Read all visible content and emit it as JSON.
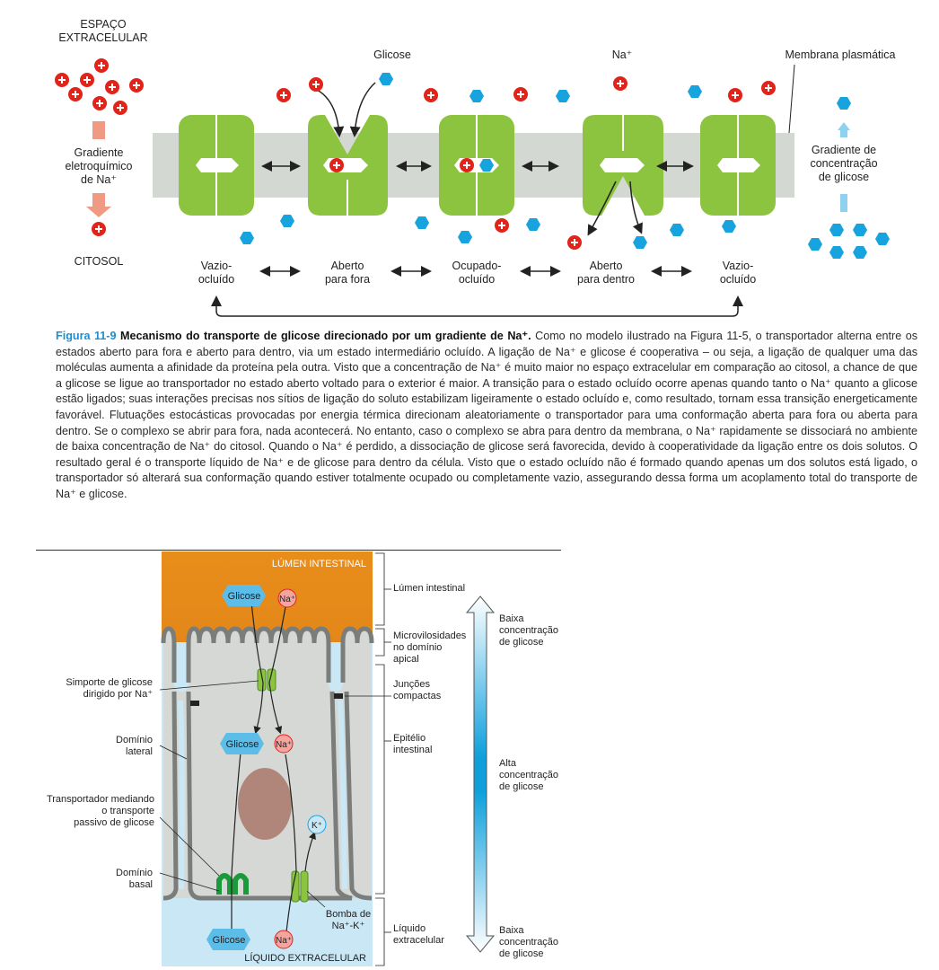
{
  "top": {
    "space_label": "ESPAÇO\nEXTRACELULAR",
    "cytosol_label": "CITOSOL",
    "gradient_na_label": "Gradiente\neletroquímico\nde Na⁺",
    "gradient_glucose_label": "Gradiente de\nconcentração\nde glicose",
    "glucose_label": "Glicose",
    "na_label": "Na⁺",
    "membrane_label": "Membrana plasmática",
    "states": [
      "Vazio-\nocluído",
      "Aberto\npara fora",
      "Ocupado-\nocluído",
      "Aberto\npara dentro",
      "Vazio-\nocluído"
    ],
    "colors": {
      "na": "#e2231a",
      "glucose": "#16a3de",
      "protein": "#8cc43f",
      "membrane": "#d4d8d3",
      "arrow_na": "#f19a83",
      "arrow_glc": "#8fd2f0"
    }
  },
  "caption": {
    "figure": "Figura 11-9",
    "title": "Mecanismo do transporte de glicose direcionado por um gradiente de Na⁺.",
    "text": "Como no modelo ilustrado na Figura 11-5, o transportador alterna entre os estados aberto para fora e aberto para dentro, via um estado intermediário ocluído. A ligação de Na⁺ e glicose é cooperativa – ou seja, a ligação de qualquer uma das moléculas aumenta a afinidade da proteína pela outra. Visto que a concentração de Na⁺ é muito maior no espaço extracelular em comparação ao citosol, a chance de que a glicose se ligue ao transportador no estado aberto voltado para o exterior é maior. A transição para o estado ocluído ocorre apenas quando tanto o Na⁺ quanto a glicose estão ligados; suas interações precisas nos sítios de ligação do soluto estabilizam ligeiramente o estado ocluído e, como resultado, tornam essa transição energeticamente favorável. Flutuações estocásticas provocadas por energia térmica direcionam aleatoriamente o transportador para uma conformação aberta para fora ou aberta para dentro. Se o complexo se abrir para fora, nada acontecerá. No entanto, caso o complexo se abra para dentro da membrana, o Na⁺ rapidamente se dissociará no ambiente de baixa concentração de Na⁺ do citosol. Quando o Na⁺ é perdido, a dissociação de glicose será favorecida, devido à cooperatividade da ligação entre os dois solutos. O resultado geral é o transporte líquido de Na⁺ e de glicose para dentro da célula. Visto que o estado ocluído não é formado quando apenas um dos solutos está ligado, o transportador só alterará sua conformação quando estiver totalmente ocupado ou completamente vazio, assegurando dessa forma um acoplamento total do transporte de Na⁺ e glicose."
  },
  "bottom": {
    "lumen_header": "LÚMEN INTESTINAL",
    "ecf_header": "LÍQUIDO EXTRACELULAR",
    "glucose": "Glicose",
    "na": "Na⁺",
    "k": "K⁺",
    "left_labels": {
      "symport": "Simporte de glicose\ndirigido por Na⁺",
      "lateral": "Domínio\nlateral",
      "transporter": "Transportador mediando\no transporte\npassivo de glicose",
      "basal": "Domínio\nbasal"
    },
    "right_labels": {
      "lumen": "Lúmen intestinal",
      "microvilli": "Microvilosidades\nno domínio\napical",
      "junctions": "Junções\ncompactas",
      "epithelium": "Epitélio\nintestinal",
      "ecf": "Líquido\nextracelular",
      "pump": "Bomba de\nNa⁺-K⁺"
    },
    "gradient_labels": {
      "low_top": "Baixa\nconcentração\nde glicose",
      "high": "Alta\nconcentração\nde glicose",
      "low_bottom": "Baixa\nconcentração\nde glicose"
    },
    "colors": {
      "lumen": "#e88d1a",
      "cell": "#d5d8d4",
      "ecf": "#c9e7f5",
      "nucleus": "#b0867a",
      "glucose": "#5cbde8",
      "na": "#f4a5a0"
    }
  }
}
